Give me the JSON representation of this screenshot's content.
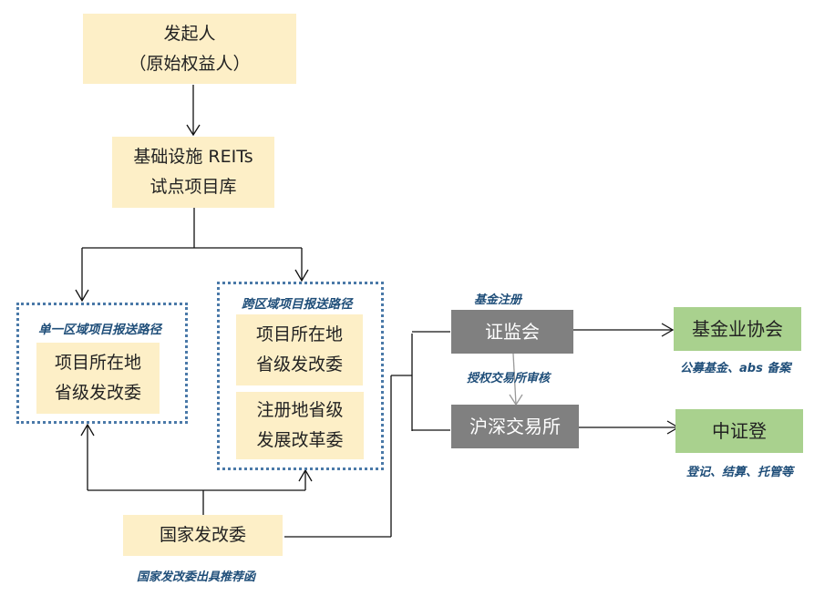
{
  "nodes": {
    "initiator": {
      "line1": "发起人",
      "line2": "（原始权益人）"
    },
    "pilot_library": {
      "line1": "基础设施 REITs",
      "line2": "试点项目库"
    },
    "single_region_prov": {
      "line1": "项目所在地",
      "line2": "省级发改委"
    },
    "cross_region_prov": {
      "line1": "项目所在地",
      "line2": "省级发改委"
    },
    "cross_region_reg": {
      "line1": "注册地省级",
      "line2": "发展改革委"
    },
    "ndrc": {
      "line1": "国家发改委"
    },
    "csrc": {
      "line1": "证监会"
    },
    "exchange": {
      "line1": "沪深交易所"
    },
    "amac": {
      "line1": "基金业协会"
    },
    "csdc": {
      "line1": "中证登"
    }
  },
  "groups": {
    "single_region": {
      "title": "单一区域项目报送路径"
    },
    "cross_region": {
      "title": "跨区域项目报送路径"
    }
  },
  "annotations": {
    "fund_registration": "基金注册",
    "authorize_exchange_review": "授权交易所审核",
    "amac_note": "公募基金、abs 备案",
    "csdc_note": "登记、结算、托管等",
    "ndrc_note": "国家发改委出具推荐函"
  }
}
